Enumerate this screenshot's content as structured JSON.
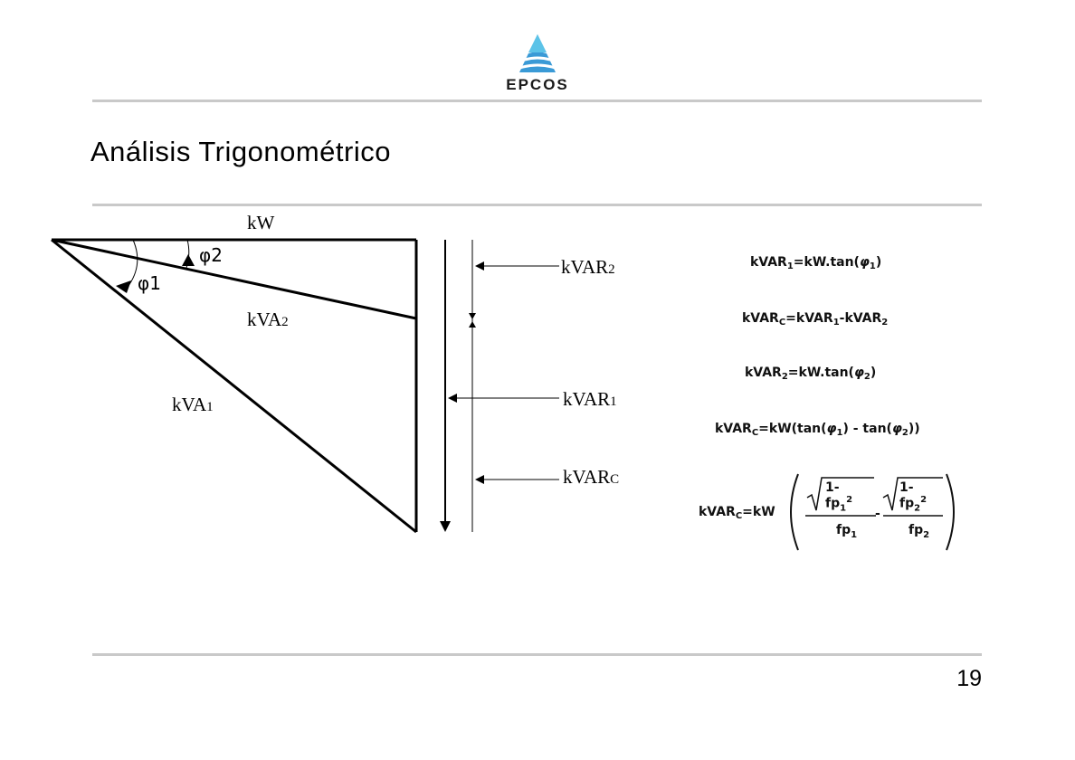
{
  "header": {
    "logo_text": "EPCOS",
    "logo_colors": [
      "#2e8fc8",
      "#5cc3e8",
      "#1a1a1a"
    ]
  },
  "title": "Análisis Trigonométrico",
  "diagram": {
    "labels": {
      "kw": "kW",
      "phi1": "φ1",
      "phi2": "φ2",
      "kva2_base": "kVA",
      "kva2_sub": "2",
      "kva1_base": "kVA",
      "kva1_sub": "1",
      "kvar2_base": "kVAR",
      "kvar2_sub": "2",
      "kvar1_base": "kVAR",
      "kvar1_sub": "1",
      "kvarc_base": "kVAR",
      "kvarc_sub": "C"
    }
  },
  "formulas": {
    "f1": {
      "lhs": "kVAR",
      "lhs_sub": "1",
      "rhs_a": "=kW.tan(",
      "phi": "φ",
      "phi_sub": "1",
      "rhs_b": ")"
    },
    "f2": {
      "lhs": "kVAR",
      "lhs_sub": "C",
      "rhs_a": "=kVAR",
      "a_sub": "1",
      "rhs_b": "-kVAR",
      "b_sub": "2"
    },
    "f3": {
      "lhs": "kVAR",
      "lhs_sub": "2",
      "rhs_a": "=kW.tan(",
      "phi": "φ",
      "phi_sub": "2",
      "rhs_b": ")"
    },
    "f4": {
      "lhs": "kVAR",
      "lhs_sub": "C",
      "rhs_a": "=kW(tan(",
      "phi": "φ",
      "phi_sub": "1",
      "rhs_b": ") - tan(",
      "phi2": "φ",
      "phi2_sub": "2",
      "rhs_c": "))"
    },
    "f5": {
      "lhs": "kVAR",
      "lhs_sub": "C",
      "rhs": "=kW",
      "num1": "1-fp",
      "num1_sub": "1",
      "num1_sup": "2",
      "den1": "fp",
      "den1_sub": "1",
      "minus": "-",
      "num2": "1-fp",
      "num2_sub": "2",
      "num2_sup": "2",
      "den2": "fp",
      "den2_sub": "2"
    }
  },
  "footer": {
    "page_number": "19"
  }
}
